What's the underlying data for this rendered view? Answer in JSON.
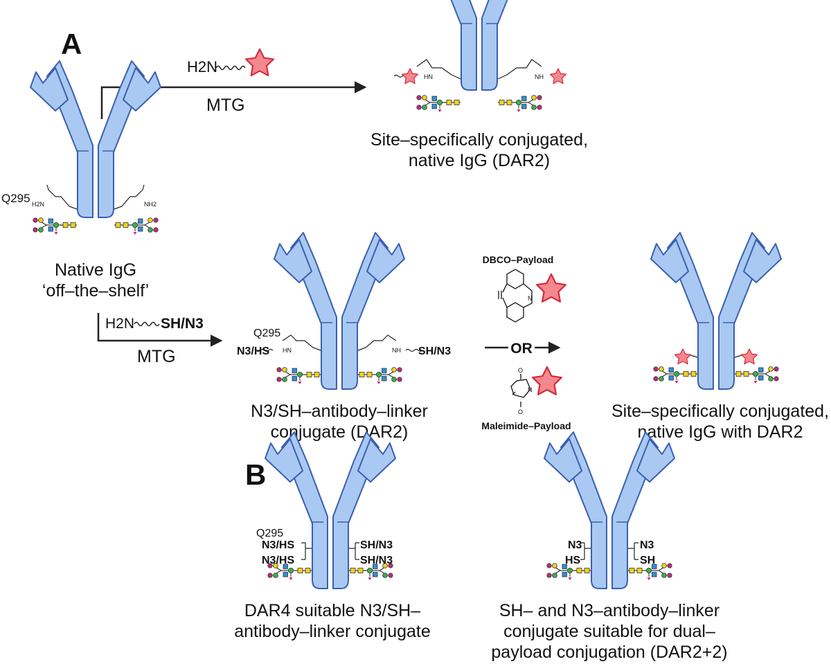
{
  "panels": {
    "a": "A",
    "b": "B"
  },
  "reagents": {
    "amine_payload": {
      "h2n": "H2N"
    },
    "mtg_top": "MTG",
    "amine_linker": {
      "h2n": "H2N",
      "group": "SH/N3"
    },
    "mtg_bottom": "MTG",
    "dbco": "DBCO–Payload",
    "or": "OR",
    "maleimide": "Maleimide–Payload"
  },
  "residue": "Q295",
  "groups": {
    "amide_nh2": "NH2",
    "amide_h2n": "H2N",
    "amide_hn": "HN",
    "amide_nh": "NH",
    "n3hs": "N3/HS",
    "shn3": "SH/N3",
    "n3": "N3",
    "hs": "HS",
    "sh": "SH"
  },
  "captions": {
    "native_line1": "Native IgG",
    "native_line2": "‘off–the–shelf’",
    "top_result_line1": "Site–specifically conjugated,",
    "top_result_line2": "native IgG (DAR2)",
    "linker_line1": "N3/SH–antibody–linker",
    "linker_line2": "conjugate (DAR2)",
    "right_result_line1": "Site–specifically conjugated,",
    "right_result_line2": "native IgG with DAR2",
    "dar4_line1": "DAR4 suitable N3/SH–",
    "dar4_line2": "antibody–linker conjugate",
    "dual_line1": "SH– and N3–antibody–linker",
    "dual_line2": "conjugate suitable for dual–",
    "dual_line3": "payload conjugation (DAR2+2)"
  },
  "colors": {
    "antibody_fill": "#a9c9f2",
    "antibody_stroke": "#3a5fb0",
    "star_fill": "#f4878f",
    "star_stroke": "#d42a3a",
    "glycan_yellow": "#f2d21b",
    "glycan_blue": "#2f8fd8",
    "glycan_green": "#3bb04a",
    "glycan_magenta": "#c4287d"
  },
  "icons": [
    "antibody-icon",
    "star-payload-icon",
    "glycan-icon",
    "dbco-structure-icon",
    "maleimide-structure-icon",
    "arrow-icon"
  ]
}
